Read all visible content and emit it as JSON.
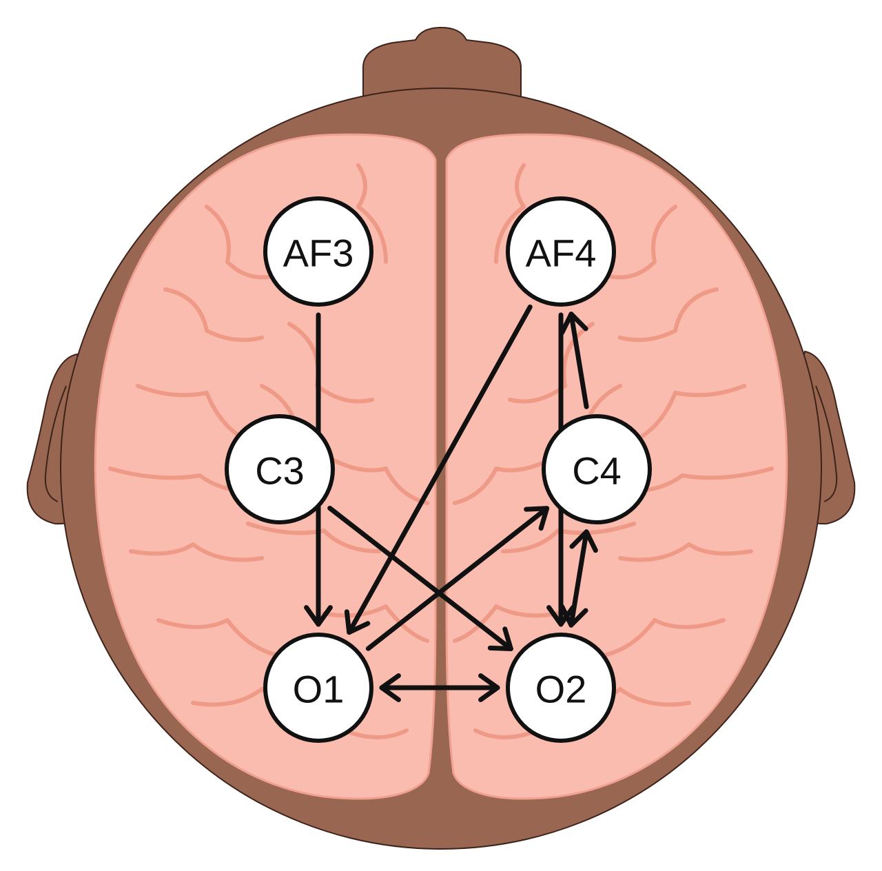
{
  "colors": {
    "skin": "#996652",
    "skin_outline": "#3d2219",
    "brain": "#fbbcb0",
    "brain_edge": "#f0a090",
    "sulcus": "#ee9a86",
    "electrode_fill": "#ffffff",
    "electrode_stroke": "#111111",
    "arrow": "#111111"
  },
  "electrodes": {
    "af3": {
      "label": "AF3"
    },
    "af4": {
      "label": "AF4"
    },
    "c3": {
      "label": "C3"
    },
    "c4": {
      "label": "C4"
    },
    "o1": {
      "label": "O1"
    },
    "o2": {
      "label": "O2"
    }
  },
  "connections": [
    {
      "from": "AF3",
      "to": "O1"
    },
    {
      "from": "AF4",
      "to": "O1"
    },
    {
      "from": "AF4",
      "to": "O2"
    },
    {
      "from": "C3",
      "to": "O2"
    },
    {
      "from": "C4",
      "to": "AF4"
    },
    {
      "from": "O1",
      "to": "C4"
    },
    {
      "from": "C4",
      "to": "O2",
      "bidirectional": true
    },
    {
      "from": "O1",
      "to": "O2",
      "bidirectional": true
    }
  ]
}
